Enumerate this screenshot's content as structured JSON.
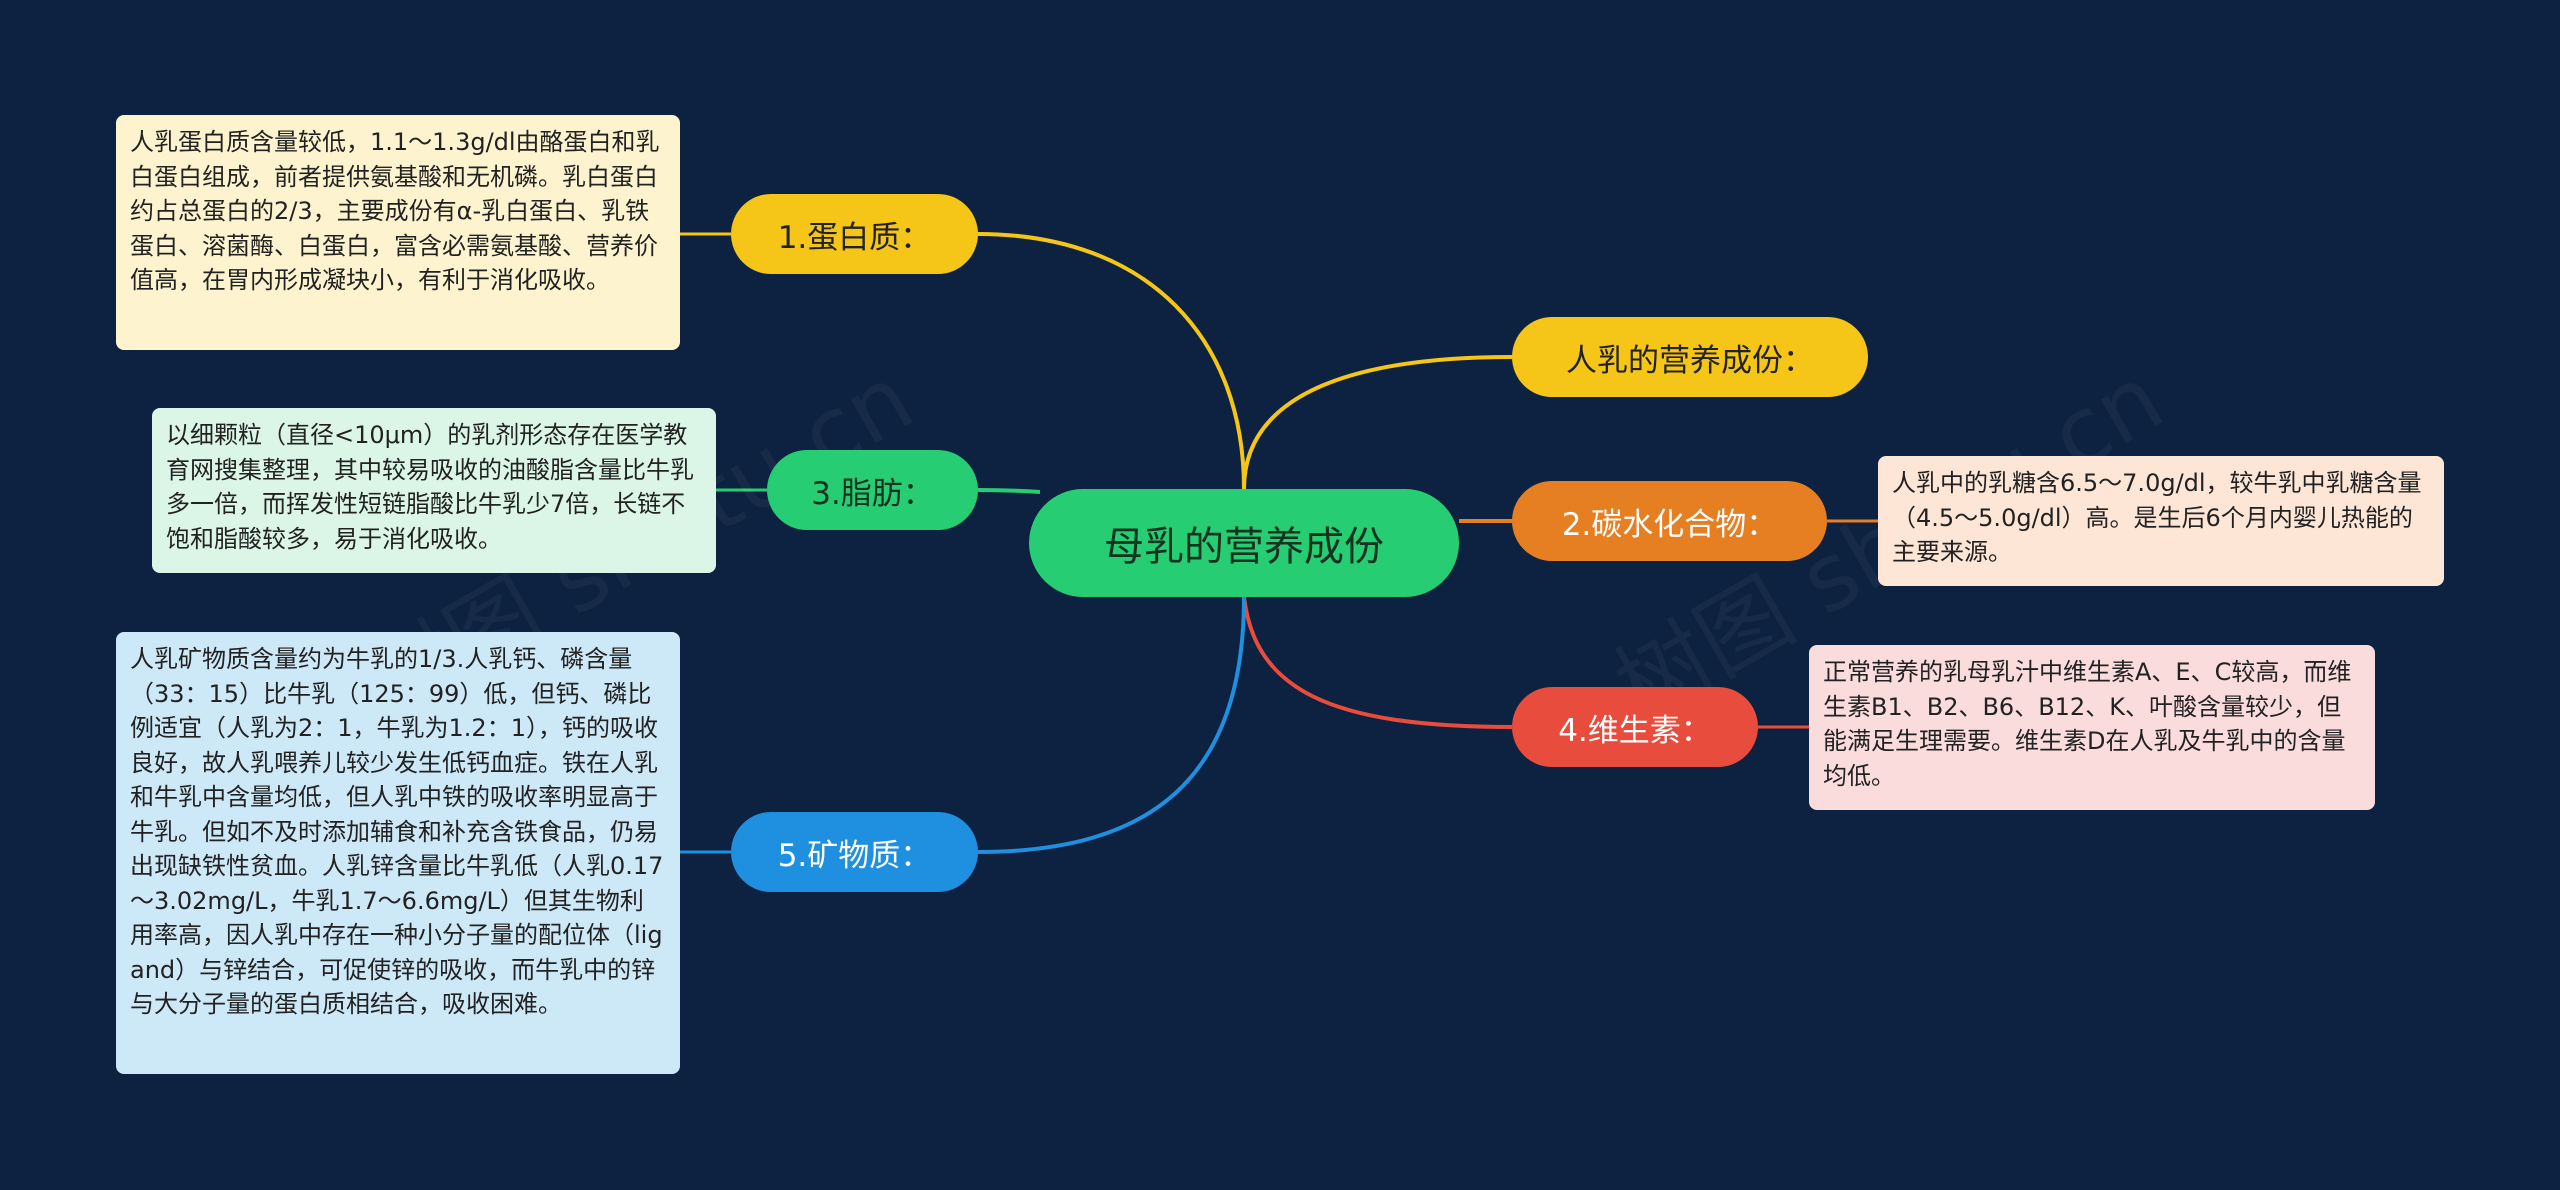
{
  "colors": {
    "background": "#0d2240",
    "central": "#27cd72",
    "yellow": "#f5c518",
    "green": "#27cd72",
    "blue": "#1f8fe0",
    "orange": "#e67e22",
    "red": "#e74c3c",
    "note_yellow": "#fdf4cf",
    "note_green": "#dbf5e7",
    "note_blue": "#cde8f7",
    "note_orange": "#fde6d6",
    "note_red": "#fbdcdc"
  },
  "watermarks": [
    "树图 shutu.cn",
    "树图 shutu.cn"
  ],
  "central": {
    "label": "母乳的营养成份"
  },
  "branches": {
    "protein": {
      "label": "1.蛋白质：",
      "note": "人乳蛋白质含量较低，1.1～1.3g/dl由酪蛋白和乳白蛋白组成，前者提供氨基酸和无机磷。乳白蛋白约占总蛋白的2/3，主要成份有α-乳白蛋白、乳铁蛋白、溶菌酶、白蛋白，富含必需氨基酸、营养价值高，在胃内形成凝块小，有利于消化吸收。"
    },
    "fat": {
      "label": "3.脂肪：",
      "note": "以细颗粒（直径<10μm）的乳剂形态存在医学教育网搜集整理，其中较易吸收的油酸脂含量比牛乳多一倍，而挥发性短链脂酸比牛乳少7倍，长链不饱和脂酸较多，易于消化吸收。"
    },
    "mineral": {
      "label": "5.矿物质：",
      "note": "人乳矿物质含量约为牛乳的1/3.人乳钙、磷含量（33：15）比牛乳（125：99）低，但钙、磷比例适宜（人乳为2：1，牛乳为1.2：1），钙的吸收良好，故人乳喂养儿较少发生低钙血症。铁在人乳和牛乳中含量均低，但人乳中铁的吸收率明显高于牛乳。但如不及时添加辅食和补充含铁食品，仍易出现缺铁性贫血。人乳锌含量比牛乳低（人乳0.17～3.02mg/L，牛乳1.7～6.6mg/L）但其生物利用率高，因人乳中存在一种小分子量的配位体（ligand）与锌结合，可促使锌的吸收，而牛乳中的锌与大分子量的蛋白质相结合，吸收困难。"
    },
    "nutrition": {
      "label": "人乳的营养成份："
    },
    "carbohydrate": {
      "label": "2.碳水化合物：",
      "note": "人乳中的乳糖含6.5～7.0g/dl，较牛乳中乳糖含量（4.5～5.0g/dl）高。是生后6个月内婴儿热能的主要来源。"
    },
    "vitamin": {
      "label": "4.维生素：",
      "note": "正常营养的乳母乳汁中维生素A、E、C较高，而维生素B1、B2、B6、B12、K、叶酸含量较少，但能满足生理需要。维生素D在人乳及牛乳中的含量均低。"
    }
  }
}
